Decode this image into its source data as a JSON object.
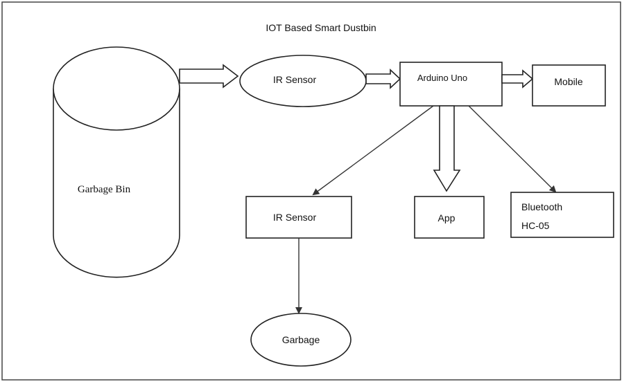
{
  "diagram": {
    "title": "IOT Based Smart Dustbin",
    "nodes": {
      "garbage_bin": "Garbage Bin",
      "ir_sensor_top": "IR Sensor",
      "arduino": "Arduino Uno",
      "mobile": "Mobile",
      "ir_sensor_bottom": "IR Sensor",
      "app": "App",
      "bluetooth_line1": "Bluetooth",
      "bluetooth_line2": "HC-05",
      "garbage": "Garbage"
    },
    "colors": {
      "stroke": "#222222",
      "background": "#ffffff"
    }
  }
}
